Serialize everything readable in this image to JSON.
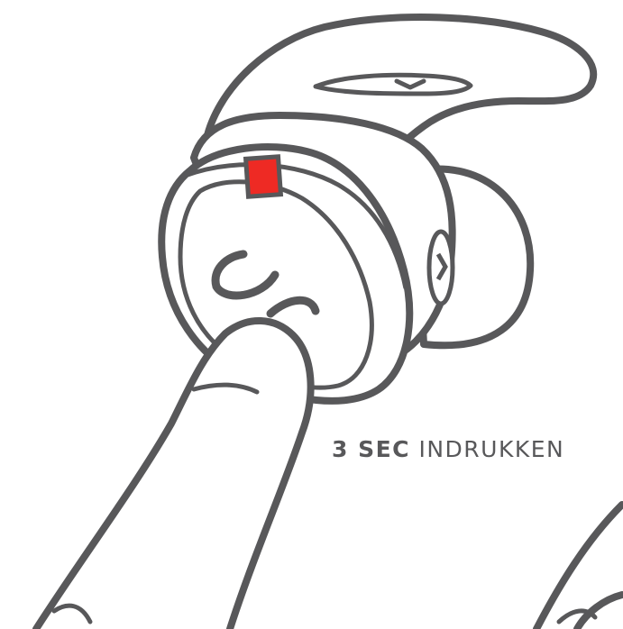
{
  "instruction": {
    "duration": "3 SEC",
    "action": "INDRUKKEN"
  },
  "colors": {
    "outline": "#58585a",
    "fill": "#ffffff",
    "led": "#ee2a24"
  },
  "illustration": {
    "subject": "earbud",
    "icons": [
      "earbud-outline",
      "red-led-indicator",
      "logo-emblem",
      "finger-pressing",
      "second-hand-fingers"
    ]
  }
}
